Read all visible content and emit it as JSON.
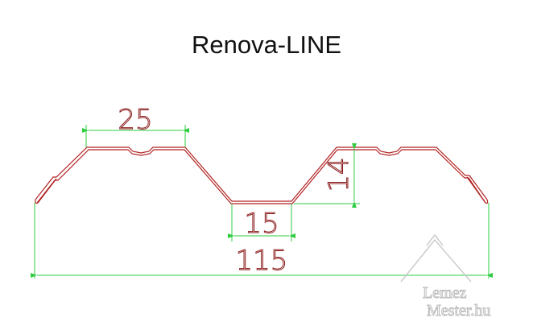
{
  "title": "Renova-LINE",
  "dimensions": {
    "top_width": "25",
    "bottom_width": "15",
    "height": "14",
    "total_width": "115"
  },
  "watermark": {
    "line1": "Lemez",
    "line2": "Mester.hu"
  },
  "colors": {
    "profile": "#b22222",
    "dimension": "#2ecc40",
    "text": "#8b1a1a"
  }
}
